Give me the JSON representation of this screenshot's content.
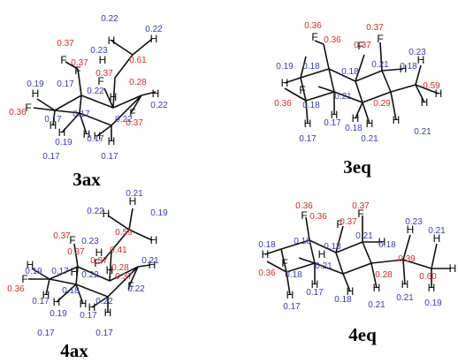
{
  "colors": {
    "positive": "#d62a2a",
    "negative": "#3a3ab4",
    "bond": "#111111"
  },
  "molecules": [
    {
      "label": "3ax",
      "atoms": [
        "H",
        "H",
        "H",
        "F",
        "F",
        "F",
        "H",
        "H",
        "F",
        "H",
        "F",
        "H",
        "H",
        "H",
        "H",
        "H"
      ],
      "charges": [
        {
          "value": "0.22",
          "sign": "neg"
        },
        {
          "value": "0.22",
          "sign": "neg"
        },
        {
          "value": "0.37",
          "sign": "pos"
        },
        {
          "value": "0.23",
          "sign": "neg"
        },
        {
          "value": "0.61",
          "sign": "pos"
        },
        {
          "value": "0.37",
          "sign": "pos"
        },
        {
          "value": "0.37",
          "sign": "pos"
        },
        {
          "value": "0.19",
          "sign": "neg"
        },
        {
          "value": "0.17",
          "sign": "neg"
        },
        {
          "value": "0.22",
          "sign": "neg"
        },
        {
          "value": "0.28",
          "sign": "pos"
        },
        {
          "value": "0.36",
          "sign": "pos"
        },
        {
          "value": "0.17",
          "sign": "neg"
        },
        {
          "value": "0.22",
          "sign": "neg"
        },
        {
          "value": "0.37",
          "sign": "pos"
        },
        {
          "value": "0.22",
          "sign": "neg"
        },
        {
          "value": "0.17",
          "sign": "neg"
        },
        {
          "value": "0.19",
          "sign": "neg"
        },
        {
          "value": "0.17",
          "sign": "neg"
        },
        {
          "value": "0.17",
          "sign": "neg"
        },
        {
          "value": "0.17",
          "sign": "neg"
        }
      ]
    },
    {
      "label": "3eq",
      "atoms": [
        "F",
        "F",
        "F",
        "H",
        "H",
        "H",
        "H",
        "H",
        "H",
        "F",
        "H",
        "H",
        "H",
        "H"
      ],
      "charges": [
        {
          "value": "0.36",
          "sign": "pos"
        },
        {
          "value": "0.36",
          "sign": "pos"
        },
        {
          "value": "0.37",
          "sign": "pos"
        },
        {
          "value": "0.37",
          "sign": "pos"
        },
        {
          "value": "0.23",
          "sign": "neg"
        },
        {
          "value": "0.19",
          "sign": "neg"
        },
        {
          "value": "0.18",
          "sign": "neg"
        },
        {
          "value": "0.18",
          "sign": "neg"
        },
        {
          "value": "0.21",
          "sign": "neg"
        },
        {
          "value": "0.18",
          "sign": "neg"
        },
        {
          "value": "0.59",
          "sign": "pos"
        },
        {
          "value": "0.36",
          "sign": "pos"
        },
        {
          "value": "0.18",
          "sign": "neg"
        },
        {
          "value": "0.21",
          "sign": "neg"
        },
        {
          "value": "0.29",
          "sign": "pos"
        },
        {
          "value": "0.17",
          "sign": "neg"
        },
        {
          "value": "0.18",
          "sign": "neg"
        },
        {
          "value": "0.17",
          "sign": "neg"
        },
        {
          "value": "0.21",
          "sign": "neg"
        },
        {
          "value": "0.21",
          "sign": "neg"
        }
      ]
    },
    {
      "label": "4ax",
      "atoms": [
        "H",
        "H",
        "H",
        "F",
        "H",
        "H",
        "F",
        "F",
        "F",
        "H",
        "H",
        "H",
        "H",
        "H",
        "H",
        "H",
        "H"
      ],
      "charges": [
        {
          "value": "0.21",
          "sign": "neg"
        },
        {
          "value": "0.22",
          "sign": "neg"
        },
        {
          "value": "0.19",
          "sign": "neg"
        },
        {
          "value": "0.59",
          "sign": "pos"
        },
        {
          "value": "0.37",
          "sign": "pos"
        },
        {
          "value": "0.23",
          "sign": "neg"
        },
        {
          "value": "0.37",
          "sign": "pos"
        },
        {
          "value": "0.41",
          "sign": "pos"
        },
        {
          "value": "0.21",
          "sign": "neg"
        },
        {
          "value": "0.37",
          "sign": "pos"
        },
        {
          "value": "0.19",
          "sign": "neg"
        },
        {
          "value": "0.17",
          "sign": "neg"
        },
        {
          "value": "0.22",
          "sign": "neg"
        },
        {
          "value": "0.28",
          "sign": "pos"
        },
        {
          "value": "0.36",
          "sign": "pos"
        },
        {
          "value": "0.17",
          "sign": "neg"
        },
        {
          "value": "0.18",
          "sign": "neg"
        },
        {
          "value": "0.22",
          "sign": "neg"
        },
        {
          "value": "0.22",
          "sign": "neg"
        },
        {
          "value": "0.37",
          "sign": "pos"
        },
        {
          "value": "0.19",
          "sign": "neg"
        },
        {
          "value": "0.17",
          "sign": "neg"
        },
        {
          "value": "0.17",
          "sign": "neg"
        },
        {
          "value": "0.17",
          "sign": "neg"
        }
      ]
    },
    {
      "label": "4eq",
      "atoms": [
        "F",
        "F",
        "F",
        "H",
        "H",
        "H",
        "H",
        "H",
        "H",
        "F",
        "H",
        "H",
        "H",
        "H",
        "H",
        "H"
      ],
      "charges": [
        {
          "value": "0.36",
          "sign": "pos"
        },
        {
          "value": "0.36",
          "sign": "pos"
        },
        {
          "value": "0.37",
          "sign": "pos"
        },
        {
          "value": "0.37",
          "sign": "pos"
        },
        {
          "value": "0.23",
          "sign": "neg"
        },
        {
          "value": "0.21",
          "sign": "neg"
        },
        {
          "value": "0.18",
          "sign": "neg"
        },
        {
          "value": "0.18",
          "sign": "neg"
        },
        {
          "value": "0.21",
          "sign": "neg"
        },
        {
          "value": "0.18",
          "sign": "neg"
        },
        {
          "value": "0.18",
          "sign": "neg"
        },
        {
          "value": "0.39",
          "sign": "pos"
        },
        {
          "value": "0.36",
          "sign": "pos"
        },
        {
          "value": "0.18",
          "sign": "neg"
        },
        {
          "value": "0.21",
          "sign": "neg"
        },
        {
          "value": "0.28",
          "sign": "pos"
        },
        {
          "value": "0.60",
          "sign": "pos"
        },
        {
          "value": "0.17",
          "sign": "neg"
        },
        {
          "value": "0.18",
          "sign": "neg"
        },
        {
          "value": "0.17",
          "sign": "neg"
        },
        {
          "value": "0.21",
          "sign": "neg"
        },
        {
          "value": "0.21",
          "sign": "neg"
        },
        {
          "value": "0.19",
          "sign": "neg"
        }
      ]
    }
  ]
}
